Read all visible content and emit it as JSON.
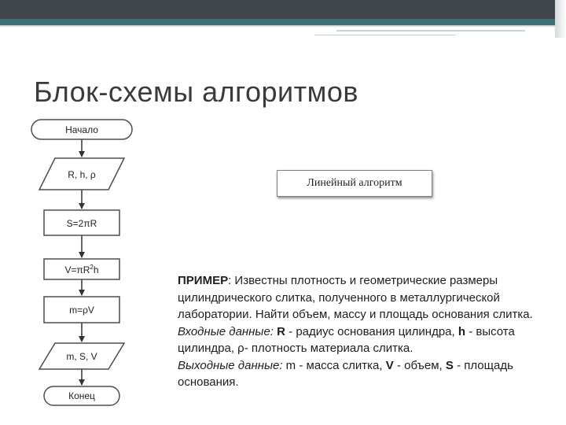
{
  "title": "Блок-схемы алгоритмов",
  "flowchart": {
    "start": "Начало",
    "input": "R, h, ρ",
    "step_area": "S=2πR",
    "step_volume": {
      "text": "V=πR",
      "sup": "2",
      "tail": "h"
    },
    "step_mass": "m=ρV",
    "output": "m, S, V",
    "end": "Конец"
  },
  "linear_label": "Линейный алгоритм",
  "example": {
    "label": "ПРИМЕР",
    "text": ": Известны плотность и геометрические размеры цилиндрического слитка, полученного в металлургической лаборатории. Найти объем, массу и площадь основания слитка.",
    "input_label": "Входные данные: ",
    "input_R": "R",
    "input_R_desc": " - радиус основания цилиндра, ",
    "input_h": "h",
    "input_h_desc": " - высота цилиндра, ρ- плотность материала слитка.",
    "output_label": "Выходные данные: ",
    "output_m": "m",
    "output_m_desc": " - масса слитка, ",
    "output_V": "V",
    "output_V_desc": " - объем, ",
    "output_S": "S",
    "output_S_desc": " - площадь основания."
  },
  "colors": {
    "top_bar": "#3f464b",
    "accent_bar": "#3f6e75",
    "box_border": "#4d4d4d"
  }
}
